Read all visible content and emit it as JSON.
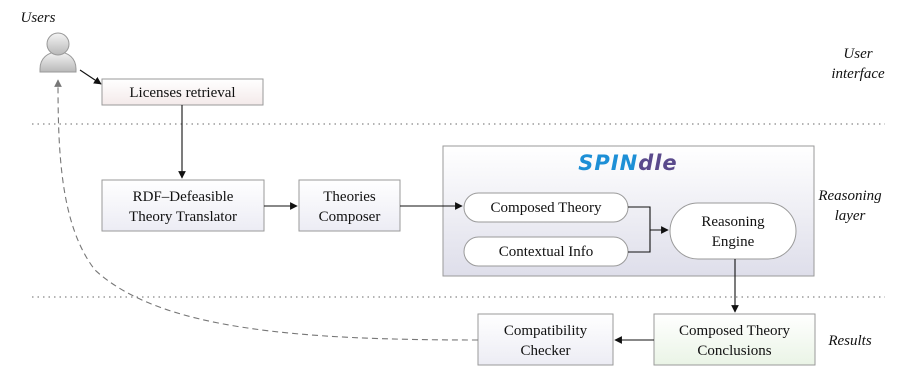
{
  "users_label": "Users",
  "layers": {
    "user_interface": [
      "User",
      "interface"
    ],
    "reasoning_layer": [
      "Reasoning",
      "layer"
    ],
    "results": "Results"
  },
  "boxes": {
    "licenses_retrieval": "Licenses retrieval",
    "rdf_translator": [
      "RDF–Defeasible",
      "Theory Translator"
    ],
    "theories_composer": [
      "Theories",
      "Composer"
    ],
    "composed_theory": "Composed Theory",
    "contextual_info": "Contextual Info",
    "reasoning_engine": [
      "Reasoning",
      "Engine"
    ],
    "compatibility_checker": [
      "Compatibility",
      "Checker"
    ],
    "composed_theory_conclusions": [
      "Composed Theory",
      "Conclusions"
    ]
  },
  "spindle": {
    "prefix": "SPIN",
    "suffix": "dle"
  },
  "colors": {
    "ui_box_fill": "#f4eaea",
    "reasoning_box_fill": "#ececf4",
    "results_box_fill": "#eaf4e6",
    "spindle_blue": "#1d8fd6",
    "spindle_purple": "#5a4a8c"
  },
  "icons": {
    "user": "person-silhouette-icon"
  }
}
